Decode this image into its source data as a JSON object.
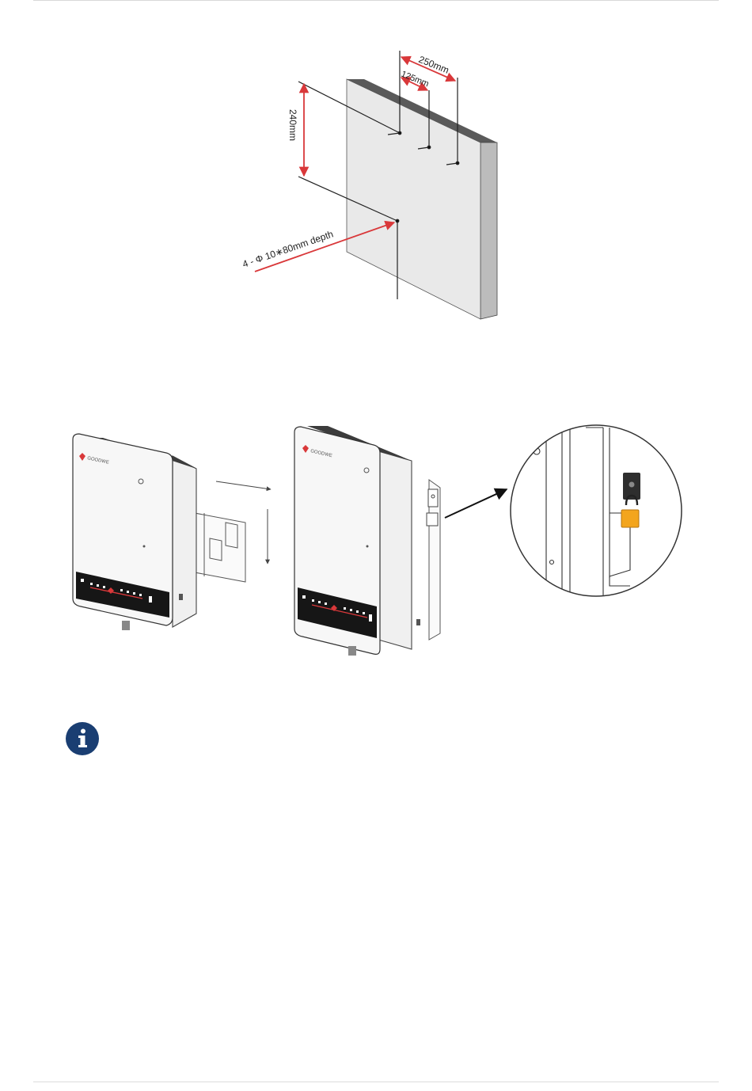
{
  "wall_diagram": {
    "dim_spacing_outer": "250mm",
    "dim_spacing_inner": "125mm",
    "dim_vertical": "240mm",
    "drill_spec": "4 - Φ 10∗80mm  depth"
  },
  "inverter_diagram": {
    "brand_left": "GOODWE",
    "brand_right": "GOODWE"
  },
  "note": {
    "icon": "info-icon",
    "icon_color": "#1a3e72"
  },
  "colors": {
    "dimension_red": "#d9383a",
    "lock_orange": "#f3a51d",
    "wall_face": "#e9e9e9",
    "wall_side": "#c7c7c7"
  }
}
